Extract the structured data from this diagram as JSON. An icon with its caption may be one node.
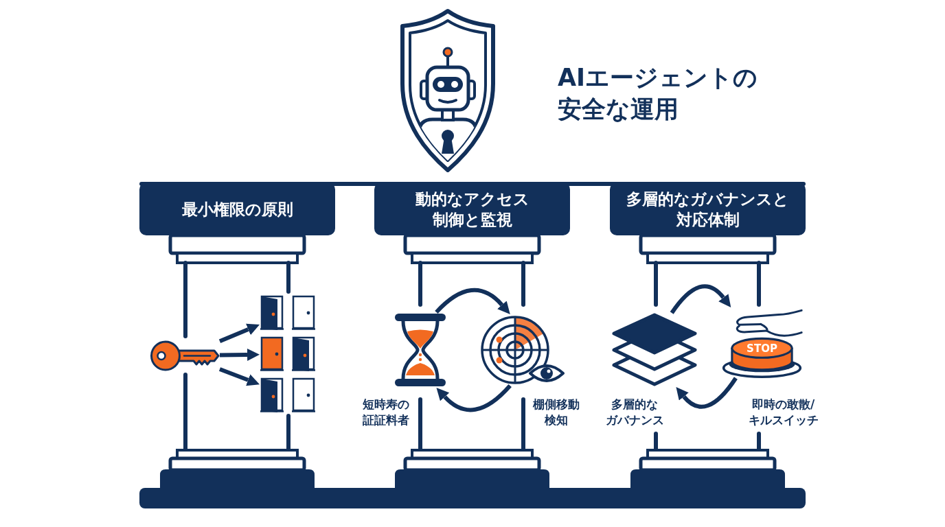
{
  "diagram": {
    "title": "AIエージェントの安全な運用",
    "nodes": [
      {
        "text": [
          "最小権限の原則"
        ]
      },
      {
        "text": [],
        "shape": "picture",
        "in": 0
      },
      {
        "text": [],
        "shape": "picture",
        "in": 0
      },
      {
        "text": [],
        "shape": "picture",
        "in": 0
      },
      {
        "text": [],
        "shape": "picture",
        "in": 0
      },
      {
        "text": [
          "動的なアクセス制御と監視"
        ]
      },
      {
        "text": [],
        "shape": "picture",
        "in": 5,
        "beside": [
          "短時寿の証証料者"
        ]
      },
      {
        "text": [],
        "shape": "picture",
        "in": 5,
        "beside": [
          "棚側移動検知"
        ]
      },
      {
        "text": [
          "多層的なガバナンスと対応体制"
        ]
      },
      {
        "text": [],
        "shape": "picture",
        "in": 8,
        "beside": [
          "多層的なガバナンス"
        ]
      },
      {
        "text": [
          "STOP"
        ],
        "in": 8,
        "beside": [
          "即時の敢散/キルスイッチ"
        ]
      }
    ],
    "edges": [
      {
        "from": 1,
        "to": 2,
        "arrow": "to"
      },
      {
        "from": 1,
        "to": 3,
        "arrow": "to"
      },
      {
        "from": 1,
        "to": 4,
        "arrow": "to"
      },
      {
        "from": 6,
        "to": 7,
        "arrow": "to"
      },
      {
        "from": 7,
        "to": 6,
        "arrow": "to"
      },
      {
        "from": 9,
        "to": 10,
        "arrow": "to"
      },
      {
        "from": 10,
        "to": 9,
        "arrow": "to"
      }
    ]
  }
}
